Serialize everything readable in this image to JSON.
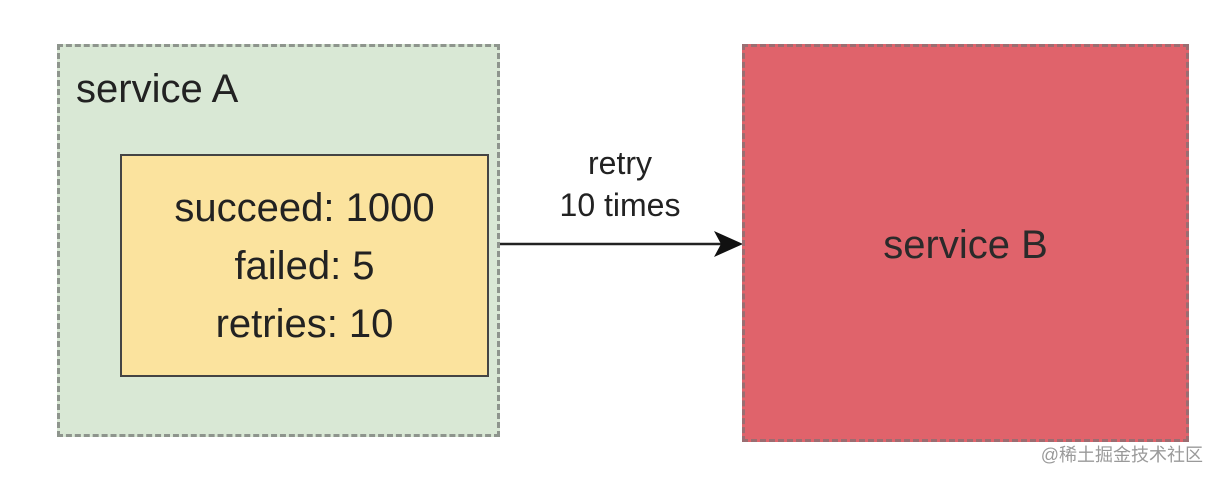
{
  "service_a": {
    "label": "service A",
    "stats": {
      "succeed": "succeed: 1000",
      "failed": "failed: 5",
      "retries": "retries: 10"
    }
  },
  "edge": {
    "line1": "retry",
    "line2": "10 times"
  },
  "service_b": {
    "label": "service B"
  },
  "watermark": "@稀土掘金技术社区",
  "colors": {
    "service_a_fill": "#d9e8d5",
    "stats_fill": "#fbe39e",
    "service_b_fill": "#e0636b"
  }
}
